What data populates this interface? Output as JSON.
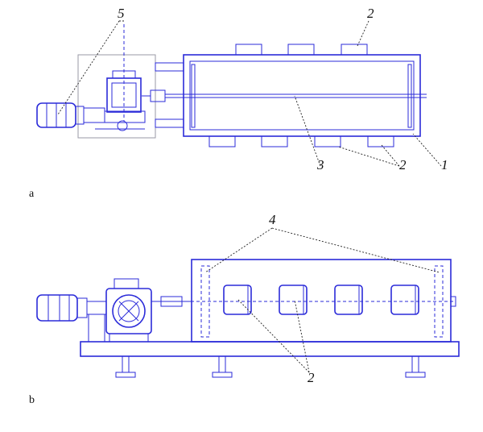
{
  "callouts": {
    "top_five": "5",
    "top_two": "2",
    "top_three": "3",
    "top_two_bottom": "2",
    "top_one": "1",
    "side_four": "4",
    "side_two": "2"
  },
  "panels": {
    "a": "a",
    "b": "b"
  },
  "colors": {
    "line": "#2b2bd9",
    "leader": "#222222"
  }
}
